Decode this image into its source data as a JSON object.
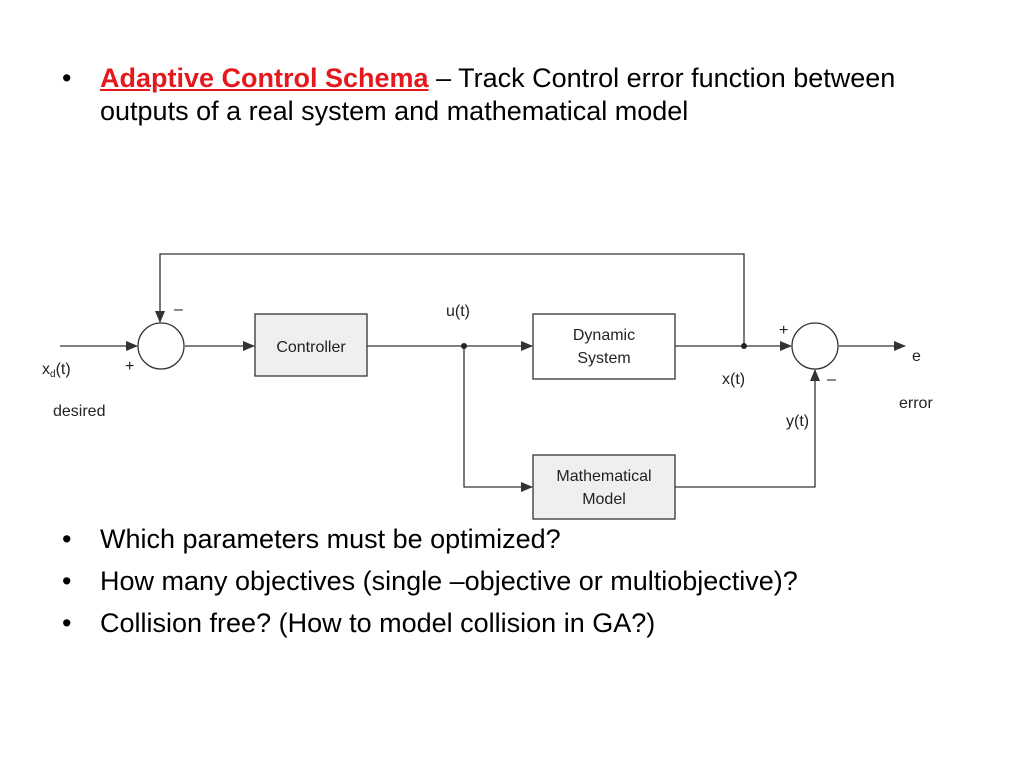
{
  "slide": {
    "intro": {
      "bullet": "•",
      "heading": "Adaptive Control Schema",
      "text": " – Track Control error function between outputs of a real system and mathematical model"
    },
    "questions": [
      {
        "bullet": "•",
        "text": "Which parameters must be optimized?"
      },
      {
        "bullet": "•",
        "text": "How many objectives (single –objective or multiobjective)?"
      },
      {
        "bullet": "•",
        "text": "Collision free? (How to model collision in GA?)"
      }
    ]
  },
  "diagram": {
    "blocks": {
      "controller": "Controller",
      "dynamic_system": [
        "Dynamic",
        "System"
      ],
      "math_model": [
        "Mathematical",
        "Model"
      ]
    },
    "labels": {
      "input_main": "x",
      "input_sub": "d",
      "input_tail": "(t)",
      "desired": "desired",
      "plus_left": "+",
      "minus_left": "–",
      "u": "u(t)",
      "x": "x(t)",
      "y": "y(t)",
      "plus_right": "+",
      "minus_right": "–",
      "e": "e",
      "error": "error"
    },
    "colors": {
      "heading": "#e3191d",
      "block_fill": "#efefef",
      "line": "#333333"
    }
  }
}
